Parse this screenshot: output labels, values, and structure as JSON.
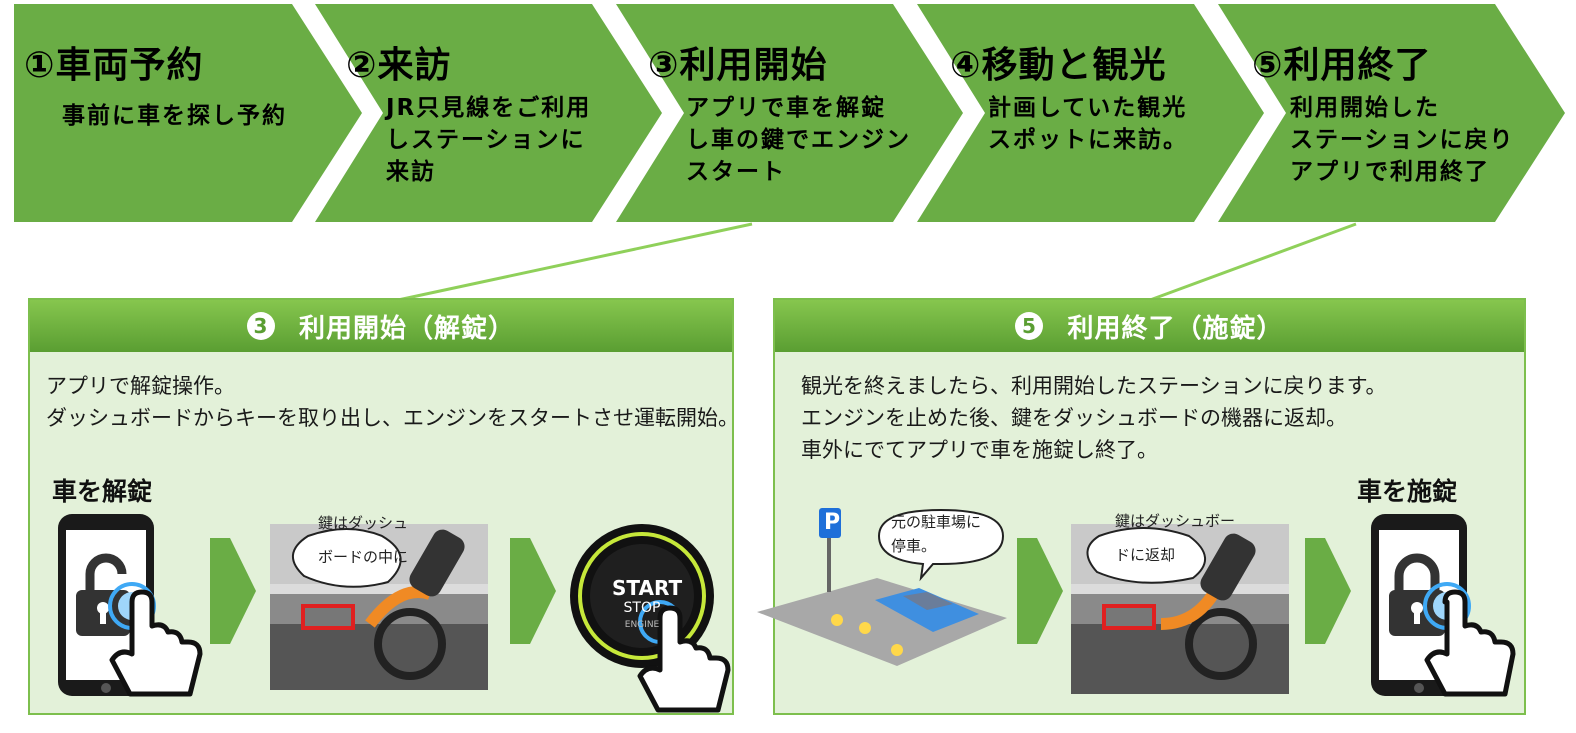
{
  "steps": [
    {
      "title": "①車両予約",
      "desc": [
        "事前に車を探し予約"
      ]
    },
    {
      "title": "②来訪",
      "desc": [
        "JR只見線をご利用",
        "しステーションに",
        "来訪"
      ]
    },
    {
      "title": "③利用開始",
      "desc": [
        "アプリで車を解錠",
        "し車の鍵でエンジン",
        "スタート"
      ]
    },
    {
      "title": "④移動と観光",
      "desc": [
        "計画していた観光",
        "スポットに来訪。"
      ]
    },
    {
      "title": "⑤利用終了",
      "desc": [
        "利用開始した",
        "ステーションに戻り",
        "アプリで利用終了"
      ]
    }
  ],
  "panel_start": {
    "number": "3",
    "title": "利用開始（解錠）",
    "desc": [
      "アプリで解錠操作。",
      "ダッシュボードからキーを取り出し、エンジンをスタートさせ運転開始。"
    ],
    "label": "車を解錠",
    "bubble": [
      "鍵はダッシュ",
      "ボードの中に"
    ],
    "button": [
      "START",
      "STOP",
      "ENGINE"
    ]
  },
  "panel_end": {
    "number": "5",
    "title": "利用終了（施錠）",
    "desc": [
      "観光を終えましたら、利用開始したステーションに戻ります。",
      "エンジンを止めた後、鍵をダッシュボードの機器に返却。",
      "車外にでてアプリで車を施錠し終了。"
    ],
    "label": "車を施錠",
    "parking_bubble": [
      "元の駐車場に",
      "停車。"
    ],
    "parking_sign": "P",
    "key_bubble": [
      "鍵はダッシュボー",
      "ドに返却"
    ]
  },
  "colors": {
    "step_green": "#6aad45",
    "panel_bg": "#e3f1d9",
    "connector": "#8fd05a",
    "highlight_red": "#e02020"
  }
}
